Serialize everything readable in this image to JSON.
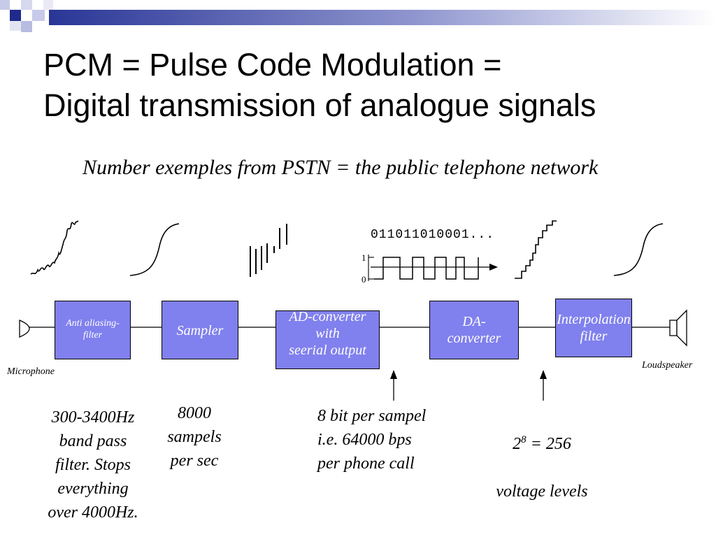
{
  "slide": {
    "title_line1": "PCM = Pulse Code Modulation =",
    "title_line2": "Digital transmission of analogue signals",
    "subtitle": "Number exemples from PSTN = the public telephone network"
  },
  "blocks": {
    "anti_aliasing": "Anti aliasing-\nfilter",
    "sampler": "Sampler",
    "ad_converter": "AD-converter\nwith\nseerial output",
    "da_converter": "DA-\nconverter",
    "interpolation": "Interpolation\nfilter"
  },
  "endpoints": {
    "microphone": "Microphone",
    "loudspeaker": "Loudspeaker"
  },
  "signal": {
    "bit_string": "011011010001...",
    "level_high": "1",
    "level_low": "0"
  },
  "notes": {
    "filter_note": "300-3400Hz\nband pass\nfilter. Stops\neverything\nover 4000Hz.",
    "sample_rate_note": "8000\nsampels\nper sec",
    "bit_rate_note": "8 bit per sampel\ni.e. 64000 bps\nper phone call",
    "levels_base": "2",
    "levels_exp": "8",
    "levels_rest": " = 256",
    "levels_line2": "voltage levels"
  },
  "colors": {
    "block_fill": "#8080ee",
    "block_text": "#ffffff",
    "deco_dark": "#1f2a8c",
    "deco_light": "#b8bce0"
  }
}
